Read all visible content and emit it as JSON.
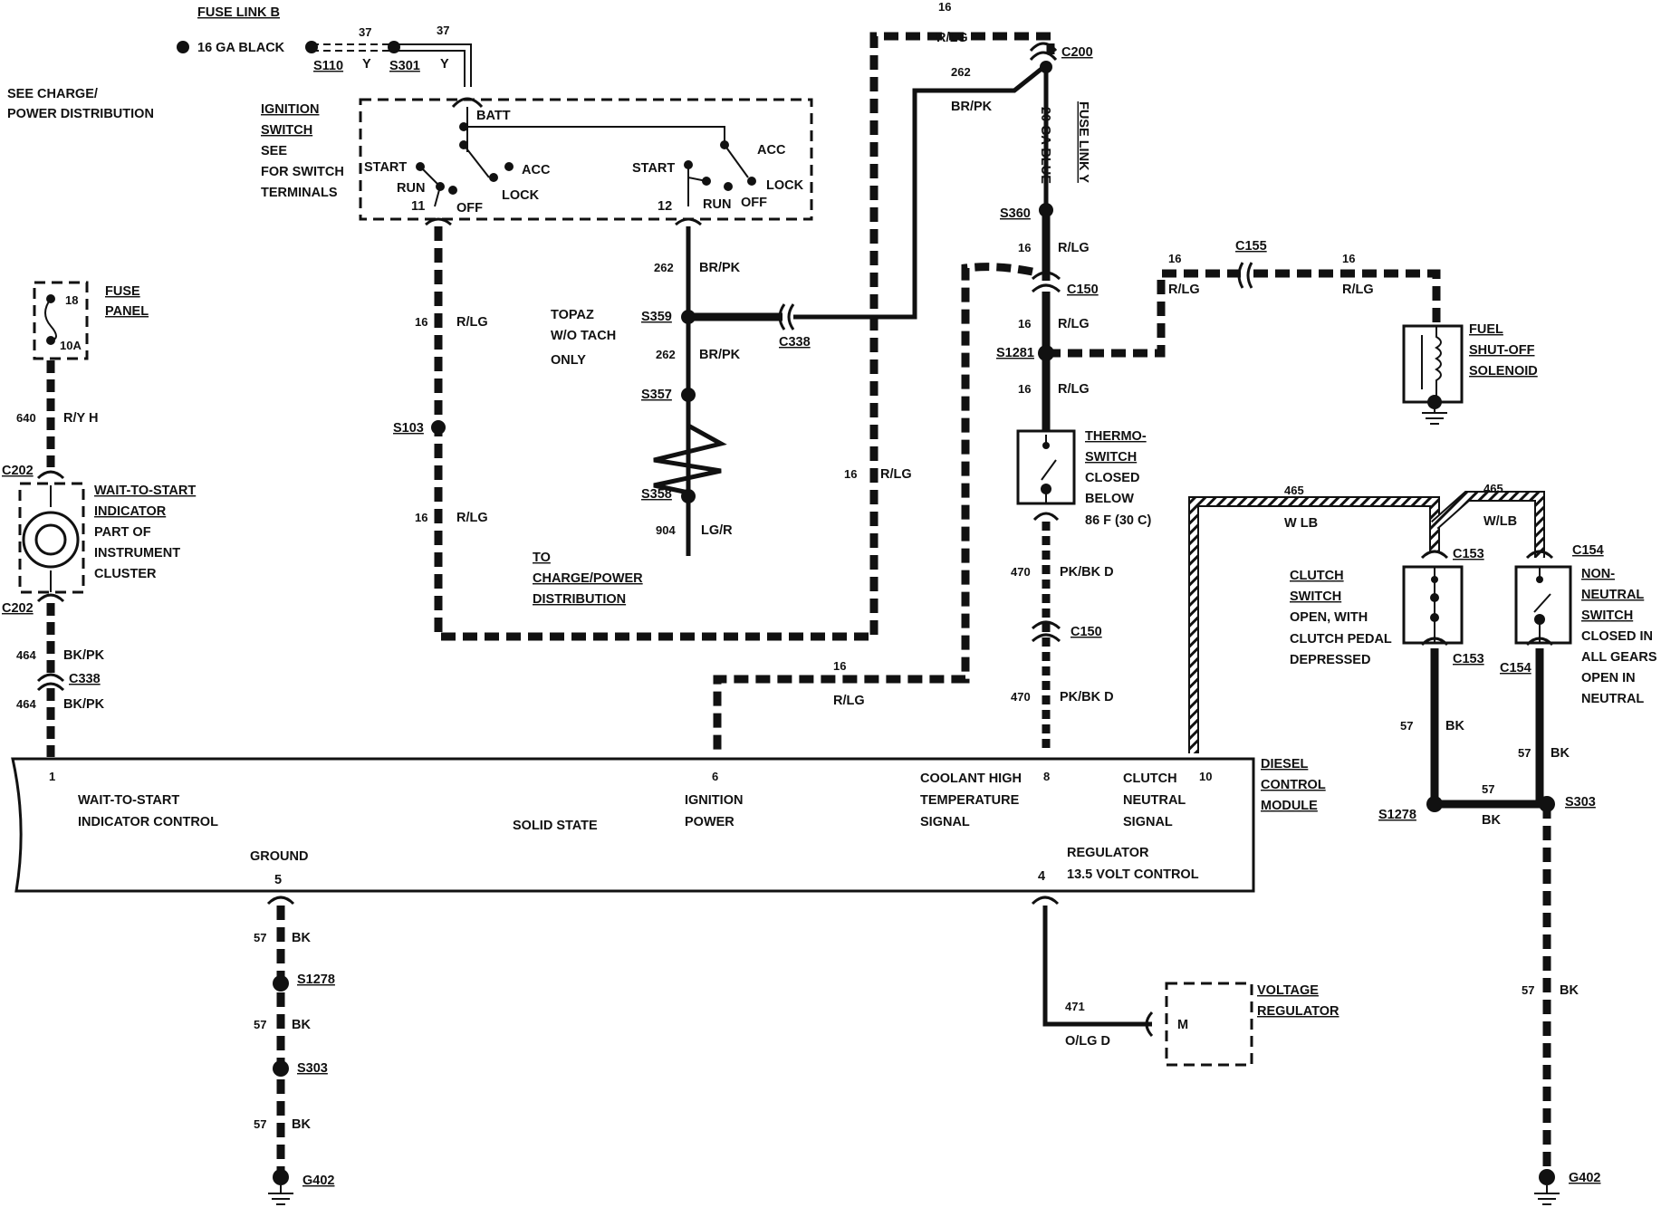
{
  "colors": {
    "ink": "#111111",
    "paper": "#ffffff"
  },
  "header": {
    "fuse_link_b": "FUSE LINK B",
    "black_wire": "16 GA BLACK",
    "w37a": "37",
    "w37b": "37",
    "s110": "S110",
    "s301": "S301",
    "y1": "Y",
    "y2": "Y",
    "see_charge_1": "SEE CHARGE/",
    "see_charge_2": "POWER DISTRIBUTION"
  },
  "ignition": {
    "label": [
      "IGNITION",
      "SWITCH",
      "SEE",
      "FOR SWITCH",
      "TERMINALS"
    ],
    "batt": "BATT",
    "start1": "START",
    "run1": "RUN",
    "off1": "OFF",
    "acc1": "ACC",
    "lock1": "LOCK",
    "t11": "11",
    "start2": "START",
    "run2": "RUN",
    "off2": "OFF",
    "acc2": "ACC",
    "lock2": "LOCK",
    "t12": "12"
  },
  "wires": {
    "w16a": "16",
    "rlg_a": "R/LG",
    "s103": "S103",
    "w16b": "16",
    "rlg_b": "R/LG",
    "w262a": "262",
    "brpk_a": "BR/PK",
    "topaz": [
      "TOPAZ",
      "W/O TACH",
      "ONLY"
    ],
    "s359": "S359",
    "c338a": "C338",
    "w262b": "262",
    "brpk_b": "BR/PK",
    "s357": "S357",
    "s358": "S358",
    "w904": "904",
    "lgr": "LG/R",
    "to_charge": [
      "TO",
      "CHARGE/POWER",
      "DISTRIBUTION"
    ],
    "w16c": "16",
    "rlg_c": "R/LG",
    "top16": "16",
    "top_rlg": "R/LG",
    "w262c": "262",
    "brpk_c": "BR/PK",
    "c200": "C200",
    "blue": "20 GA BLUE",
    "fuse_link_y": "FUSE LINK Y",
    "s360": "S360",
    "w16d": "16",
    "rlg_d": "R/LG",
    "c150a": "C150",
    "w16e": "16",
    "rlg_e": "R/LG",
    "s1281": "S1281",
    "w16f": "16",
    "rlg_f": "R/LG",
    "w16g": "16",
    "rlg_g": "R/LG",
    "c155": "C155",
    "w16h": "16",
    "rlg_h": "R/LG",
    "fuel": [
      "FUEL",
      "SHUT-OFF",
      "SOLENOID"
    ],
    "thermo": [
      "THERMO-",
      "SWITCH",
      "CLOSED",
      "BELOW",
      "86 F (30 C)"
    ],
    "w470a": "470",
    "pkbk_a": "PK/BK D",
    "c150b": "C150",
    "w470b": "470",
    "pkbk_b": "PK/BK D",
    "w16i": "16",
    "rlg_i": "R/LG",
    "w465a": "465",
    "wlb_a": "W LB",
    "w465b": "465",
    "wlb_b": "W/LB",
    "c153a": "C153",
    "c154a": "C154",
    "clutch": [
      "CLUTCH",
      "SWITCH",
      "OPEN, WITH",
      "CLUTCH PEDAL",
      "DEPRESSED"
    ],
    "nonneutral": [
      "NON-",
      "NEUTRAL",
      "SWITCH",
      "CLOSED IN",
      "ALL GEARS",
      "OPEN IN",
      "NEUTRAL"
    ],
    "c153b": "C153",
    "c154b": "C154",
    "w57a": "57",
    "bk_a": "BK",
    "w57b": "57",
    "bk_b": "BK",
    "w57c": "57",
    "bk_c": "BK",
    "s1278a": "S1278",
    "s303a": "S303",
    "w57d": "57",
    "bk_d": "BK",
    "g402a": "G402"
  },
  "left": {
    "fuse_panel": [
      "FUSE",
      "PANEL"
    ],
    "f18": "18",
    "f10a": "10A",
    "w640": "640",
    "ryh": "R/Y H",
    "c202a": "C202",
    "wts": [
      "WAIT-TO-START",
      "INDICATOR",
      "PART OF",
      "INSTRUMENT",
      "CLUSTER"
    ],
    "c202b": "C202",
    "w464a": "464",
    "bkpk_a": "BK/PK",
    "c338b": "C338",
    "w464b": "464",
    "bkpk_b": "BK/PK"
  },
  "module": {
    "p1": "1",
    "wts_ctrl": [
      "WAIT-TO-START",
      "INDICATOR CONTROL"
    ],
    "ground": "GROUND",
    "p5": "5",
    "solid": "SOLID STATE",
    "p6": "6",
    "ign_power": [
      "IGNITION",
      "POWER"
    ],
    "coolant": [
      "COOLANT HIGH",
      "TEMPERATURE",
      "SIGNAL"
    ],
    "p8": "8",
    "clutch_neutral": [
      "CLUTCH",
      "NEUTRAL",
      "SIGNAL"
    ],
    "p10": "10",
    "regulator": [
      "REGULATOR",
      "13.5 VOLT CONTROL"
    ],
    "p4": "4",
    "title": [
      "DIESEL",
      "CONTROL",
      "MODULE"
    ]
  },
  "bottom": {
    "w57e": "57",
    "bk_e": "BK",
    "s1278b": "S1278",
    "w57f": "57",
    "bk_f": "BK",
    "s303b": "S303",
    "w57g": "57",
    "bk_g": "BK",
    "g402b": "G402",
    "w471": "471",
    "olg": "O/LG D",
    "m": "M",
    "vreg": [
      "VOLTAGE",
      "REGULATOR"
    ]
  }
}
